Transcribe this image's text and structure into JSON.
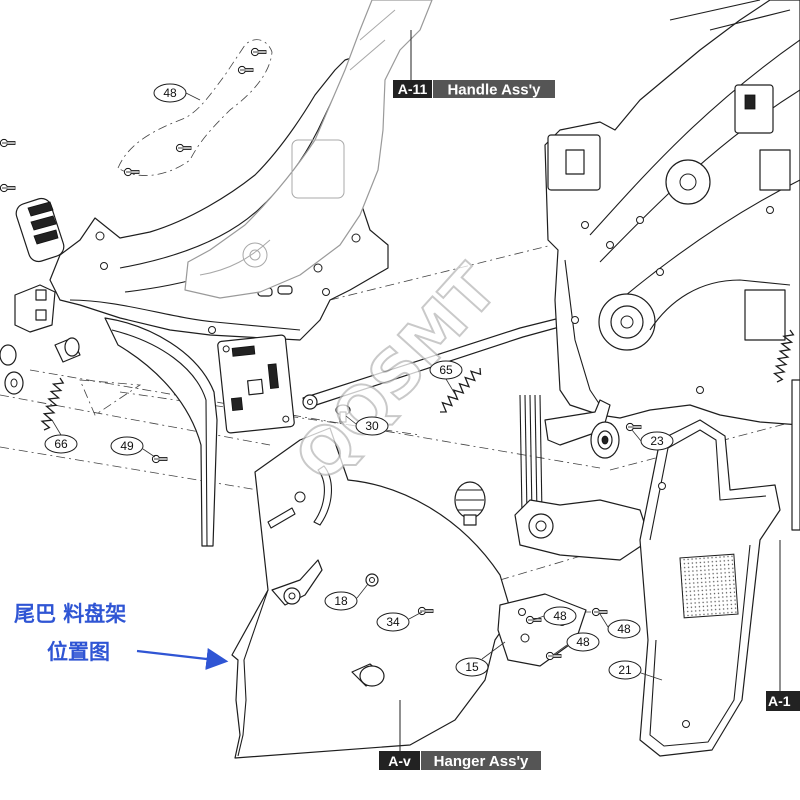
{
  "diagram": {
    "labels": {
      "handle": {
        "code": "A-11",
        "name": "Handle Ass'y"
      },
      "hanger": {
        "code": "A-v",
        "name": "Hanger Ass'y"
      },
      "right": {
        "code": "A-1"
      }
    },
    "callouts": [
      "48",
      "66",
      "49",
      "65",
      "30",
      "23",
      "18",
      "34",
      "48",
      "48",
      "48",
      "15",
      "21"
    ],
    "annotation": {
      "line1": "尾巴 料盘架",
      "line2": "位置图"
    },
    "watermark": "QQSMT"
  },
  "colors": {
    "annotation": "#2f55d4",
    "label_code_bg": "#222222",
    "label_name_bg": "#555555"
  }
}
